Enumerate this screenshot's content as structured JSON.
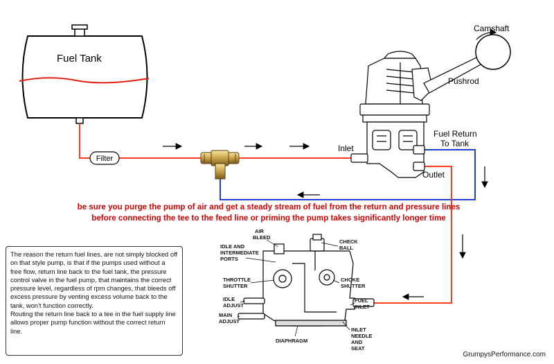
{
  "labels": {
    "fuel_tank": "Fuel Tank",
    "filter": "Filter",
    "camshaft": "Camshaft",
    "pushrod": "Pushrod",
    "inlet": "Inlet",
    "fuel_return_line1": "Fuel Return",
    "fuel_return_line2": "To Tank",
    "outlet": "Outlet"
  },
  "carb_labels": {
    "air_bleed_1": "AIR",
    "air_bleed_2": "BLEED",
    "idle_ports_1": "IDLE AND",
    "idle_ports_2": "INTERMEDIATE",
    "idle_ports_3": "PORTS",
    "check_ball_1": "CHECK",
    "check_ball_2": "BALL",
    "throttle_1": "THROTTLE",
    "throttle_2": "SHUTTER",
    "choke_1": "CHOKE",
    "choke_2": "SHUTTER",
    "idle_adjust_1": "IDLE",
    "idle_adjust_2": "ADJUST",
    "main_adjust_1": "MAIN",
    "main_adjust_2": "ADJUST",
    "fuel_inlet_1": "FUEL",
    "fuel_inlet_2": "INLET",
    "needle_1": "INLET",
    "needle_2": "NEEDLE",
    "needle_3": "AND",
    "needle_4": "SEAT",
    "diaphragm": "DIAPHRAGM"
  },
  "warning": {
    "line1": "be sure you purge the pump of air and get a steady stream of fuel from the return and pressure lines",
    "line2": "before connecting the tee to the feed line or priming the pump takes significantly longer time"
  },
  "note": {
    "para1": "The reason the return fuel lines, are not simply blocked off on that style pump, is that if the pumps used without a free flow, return line back to the fuel tank, the pressure control valve in the fuel pump, that maintains the correct pressure level, regardless of rpm changes, that bleeds off excess pressure by venting excess volume back to the tank, won't function correctly.",
    "para2": "Routing the return line back to a tee in the fuel supply line allows proper pump function without the correct return line."
  },
  "credit": "GrumpysPerformance.com",
  "colors": {
    "fuel_line": "#ff3b1f",
    "return_line": "#1f3fd0",
    "warning": "#d40000"
  }
}
